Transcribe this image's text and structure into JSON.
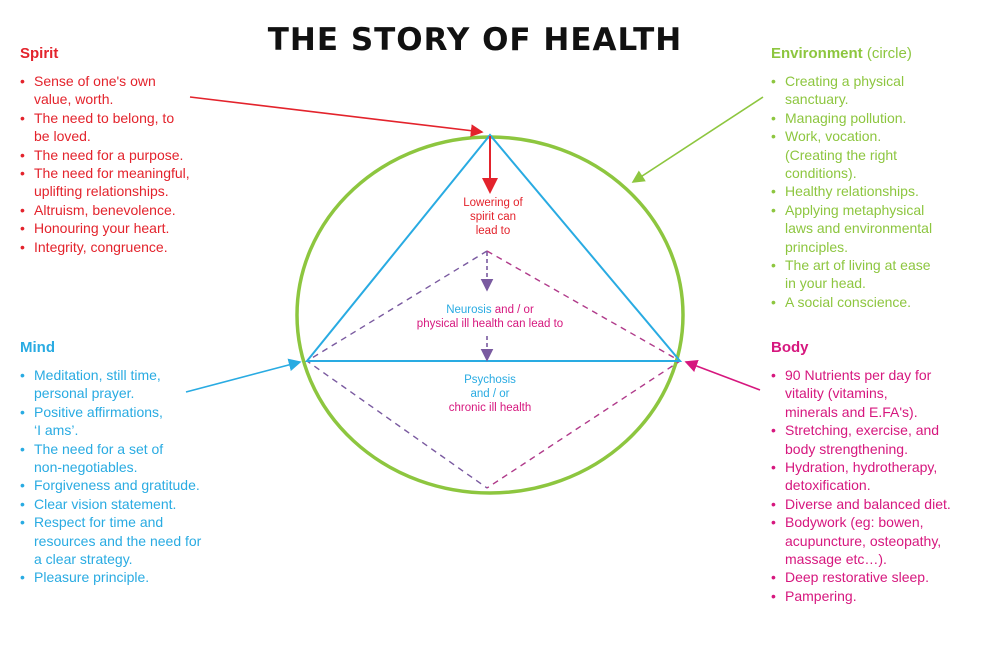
{
  "title": "THE STORY OF HEALTH",
  "colors": {
    "spirit": "#e3232c",
    "environment": "#8dc63f",
    "mind": "#29abe2",
    "body": "#d6177e",
    "dashed": "#7a5aa0"
  },
  "spirit": {
    "heading": "Spirit",
    "items": [
      "Sense of one's own\nvalue, worth.",
      "The need to belong, to\nbe loved.",
      "The need for a purpose.",
      "The need for meaningful,\nuplifting relationships.",
      "Altruism, benevolence.",
      "Honouring your heart.",
      "Integrity, congruence."
    ]
  },
  "environment": {
    "heading": "Environment",
    "heading_note": "(circle)",
    "items": [
      "Creating a physical\n  sanctuary.",
      "Managing pollution.",
      "  Work, vocation.\n(Creating the right\n  conditions).",
      "Healthy relationships.",
      "Applying metaphysical\n  laws and environmental\n  principles.",
      "The art of living at ease\n  in your head.",
      "A social conscience."
    ]
  },
  "mind": {
    "heading": "Mind",
    "items": [
      "Meditation, still time,\n  personal prayer.",
      "Positive affirmations,\n‘I ams’.",
      "The need for a set of\n  non-negotiables.",
      "Forgiveness and gratitude.",
      "Clear vision statement.",
      "Respect for time and\nresources and the need for\na clear strategy.",
      "Pleasure principle."
    ]
  },
  "body": {
    "heading": "Body",
    "items": [
      "90 Nutrients per day for\nvitality (vitamins,\nminerals and E.FA's).",
      "Stretching, exercise, and\nbody strengthening.",
      "Hydration, hydrotherapy,\n  detoxification.",
      "Diverse and balanced diet.",
      "Bodywork (eg: bowen,\nacupuncture, osteopathy,\nmassage etc…).",
      "Deep restorative sleep.",
      "Pampering."
    ]
  },
  "center": {
    "lowering": [
      "Lowering of",
      "spirit can",
      "lead to"
    ],
    "neurosis_word": "Neurosis",
    "neurosis_rest": " and / or",
    "neurosis_line2": "physical ill health can lead to",
    "psychosis": [
      "Psychosis",
      "and / or"
    ],
    "chronic": "chronic ill health"
  }
}
